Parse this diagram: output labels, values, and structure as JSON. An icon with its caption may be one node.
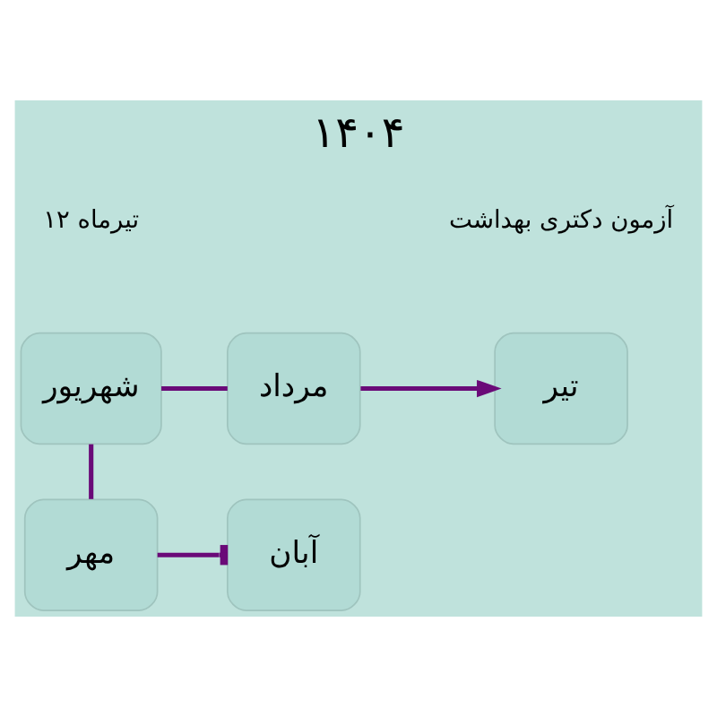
{
  "diagram": {
    "title": "۱۴۰۴",
    "nodes": [
      {
        "text": [
          "تیر"
        ]
      },
      {
        "text": [
          "مرداد"
        ]
      },
      {
        "text": [
          "شهریور"
        ]
      },
      {
        "text": [
          "مهر"
        ]
      },
      {
        "text": [
          "آبان"
        ]
      }
    ],
    "edges": [
      {
        "from": 1,
        "to": 0,
        "arrow": "to"
      },
      {
        "from": 2,
        "to": 1,
        "arrow": "none"
      },
      {
        "from": 2,
        "to": 3,
        "arrow": "none"
      },
      {
        "from": 3,
        "to": 4,
        "arrow": "other"
      }
    ],
    "labels": [
      "تیرماه ۱۲",
      "آزمون دکتری بهداشت"
    ]
  }
}
